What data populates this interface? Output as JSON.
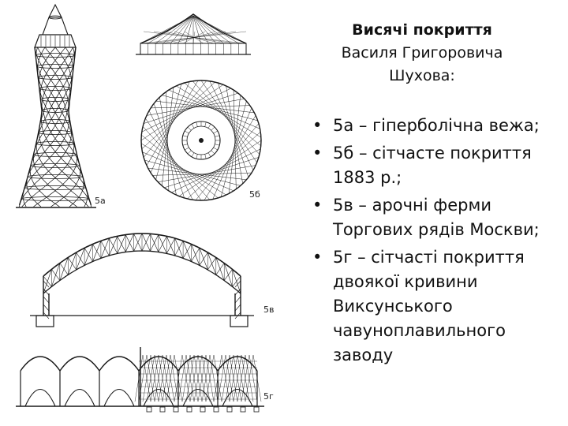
{
  "title": {
    "line1": "Висячі покриття",
    "line2": "Василя Григоровича",
    "line3": "Шухова:"
  },
  "bullets": [
    {
      "lines": [
        "5а – гіперболічна вежа;"
      ]
    },
    {
      "lines": [
        "5б – сітчасте покриття",
        "1883 р.;"
      ]
    },
    {
      "lines": [
        "5в – арочні ферми",
        "Торгових рядів Москви;"
      ]
    },
    {
      "lines": [
        "5г – сітчасті покриття",
        "двоякої кривини",
        "Виксунського",
        "чавуноплавильного",
        "заводу"
      ]
    }
  ],
  "figure_labels": {
    "a": "5a",
    "b": "5б",
    "c": "5в",
    "d": "5г"
  }
}
